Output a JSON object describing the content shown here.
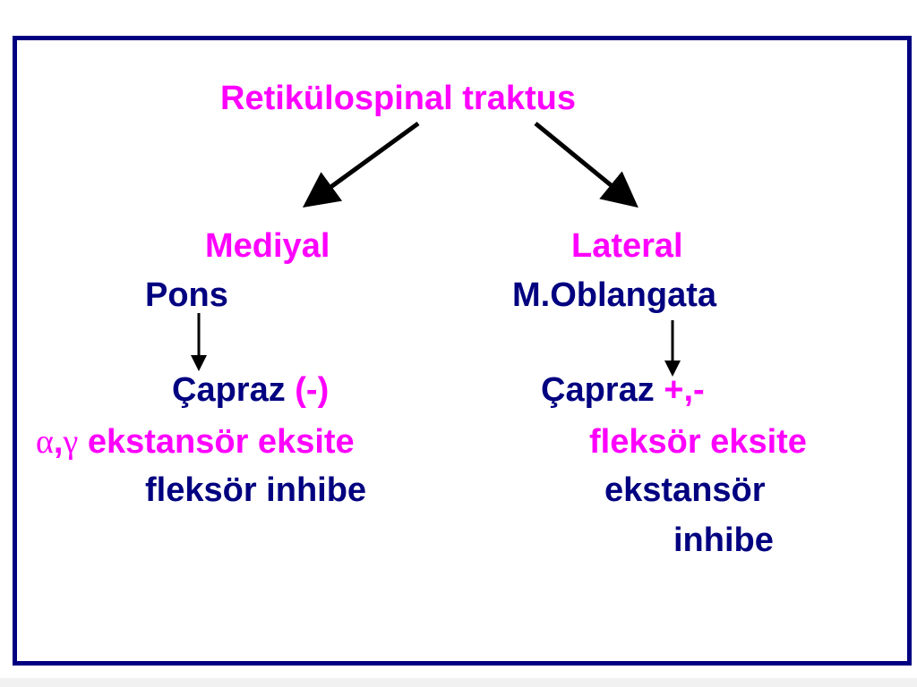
{
  "title": "Retikülospinal traktus",
  "medial": {
    "heading": "Mediyal",
    "origin": "Pons",
    "crossing_label": "Çapraz",
    "crossing_sign": "(-)",
    "greek_alpha": "α",
    "greek_sep": ",",
    "greek_gamma": "γ",
    "effect_excite": "ekstansör eksite",
    "effect_inhibit": "fleksör inhibe"
  },
  "lateral": {
    "heading": "Lateral",
    "origin": "M.Oblangata",
    "crossing_label": "Çapraz",
    "crossing_sign": "+,-",
    "effect_excite": "fleksör eksite",
    "effect_inhibit_line1": "ekstansör",
    "effect_inhibit_line2": "inhibe"
  },
  "colors": {
    "heading": "#ff00ff",
    "body": "#000080",
    "frame": "#000080",
    "arrow": "#000000"
  }
}
